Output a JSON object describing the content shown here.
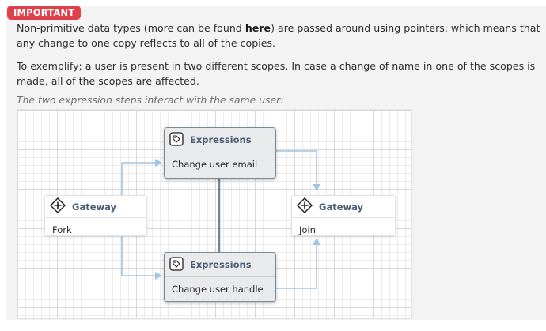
{
  "badge": {
    "label": "IMPORTANT"
  },
  "paragraph1": {
    "before": "Non-primitive data types (more can be found ",
    "link": "here",
    "after": ") are passed around using pointers, which means that any change to one copy reflects to all of the copies."
  },
  "paragraph2": {
    "text": "To exemplify; a user is present in two different scopes. In case a change of name in one of the scopes is made, all of the scopes are affected."
  },
  "caption": {
    "text": "The two expression steps interact with the same user:"
  },
  "diagram": {
    "fork": {
      "title": "Gateway",
      "body": "Fork",
      "icon": "gateway-diamond-icon"
    },
    "join": {
      "title": "Gateway",
      "body": "Join",
      "icon": "gateway-diamond-icon"
    },
    "expr1": {
      "title": "Expressions",
      "body": "Change user email",
      "icon": "expression-tag-icon"
    },
    "expr2": {
      "title": "Expressions",
      "body": "Change user handle",
      "icon": "expression-tag-icon"
    },
    "colors": {
      "arrow": "#9fc6e4",
      "link": "#6f8793",
      "badge": "#e0404a"
    }
  }
}
